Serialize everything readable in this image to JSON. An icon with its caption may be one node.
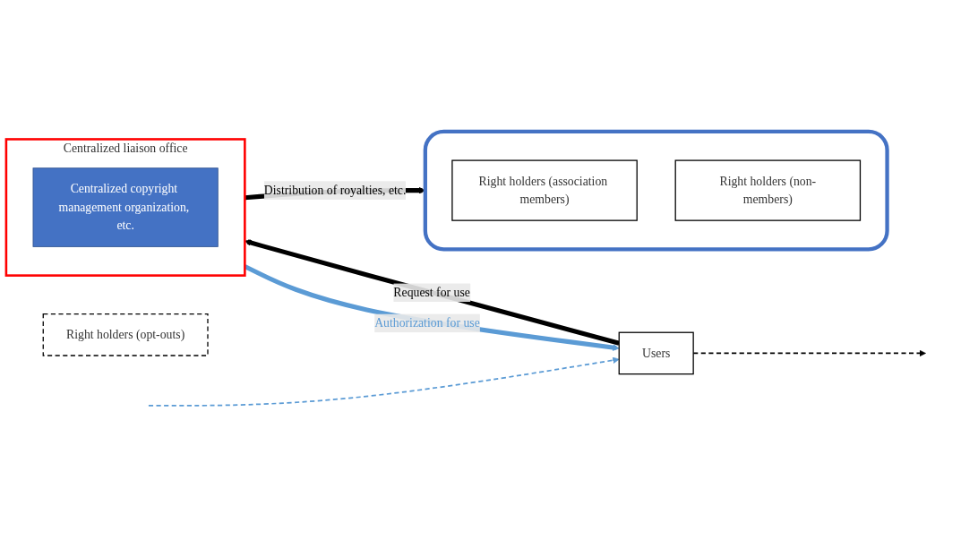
{
  "diagram": {
    "nodes": [
      {
        "text": [],
        "shape": "box"
      },
      {
        "text": [
          "Right holders (association members)"
        ],
        "in": 0
      },
      {
        "text": [
          "Right holders (non-members)"
        ],
        "in": 0
      },
      {
        "text": [
          "Centralized liaison office"
        ]
      },
      {
        "text": [
          "Centralized copyright management organization, etc."
        ],
        "in": 3
      },
      {
        "text": [
          "Users"
        ]
      },
      {
        "text": [
          "Right holders (opt-outs)"
        ]
      }
    ],
    "edges": [
      {
        "from": 3,
        "to": 0,
        "arrow": "to",
        "label": "Distribution of royalties, etc."
      },
      {
        "from": 3,
        "to": 5,
        "arrow": "to",
        "label": "Authorization for use",
        "color": "#5b9bd5"
      },
      {
        "from": 5,
        "to": 3,
        "arrow": "to",
        "label": "Request for use"
      },
      {
        "from": null,
        "to": 5,
        "arrow": "to",
        "style": "dashed",
        "color": "#5b9bd5"
      },
      {
        "from": 5,
        "to": null,
        "arrow": "to",
        "style": "dashed"
      }
    ]
  }
}
